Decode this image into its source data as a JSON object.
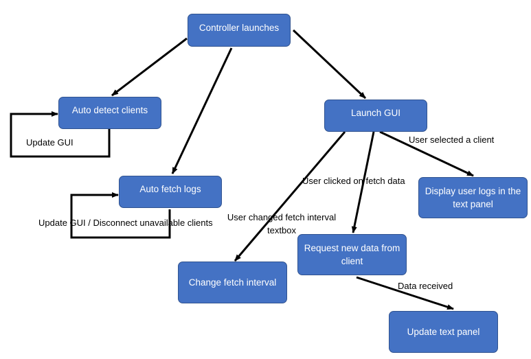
{
  "nodes": {
    "controller": "Controller launches",
    "auto_detect": "Auto detect clients",
    "launch_gui": "Launch GUI",
    "auto_fetch": "Auto fetch logs",
    "display_logs": "Display user logs in the text panel",
    "request_data": "Request new data from client",
    "change_interval": "Change fetch interval",
    "update_panel": "Update text panel"
  },
  "edge_labels": {
    "update_gui": "Update GUI",
    "update_gui_disconnect": "Update GUI / Disconnect unavailable clients",
    "user_selected_client": "User selected a client",
    "user_clicked_fetch": "User clicked on fetch data",
    "user_changed_interval": "User changed fetch interval textbox",
    "data_received": "Data received"
  },
  "colors": {
    "node_fill": "#4472c4",
    "node_border": "#2f528f",
    "edge": "#000000"
  }
}
